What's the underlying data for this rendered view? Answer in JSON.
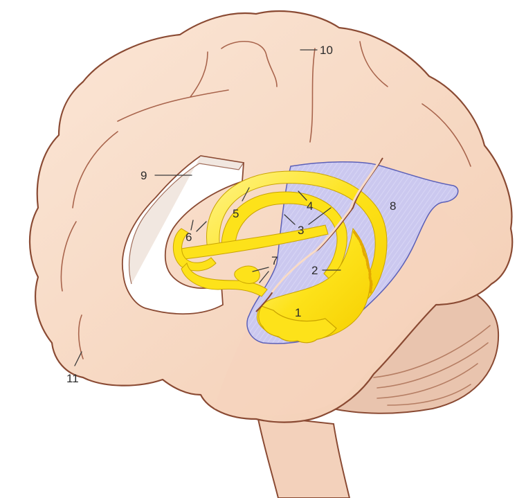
{
  "figure": {
    "labels": {
      "l1": "1",
      "l2": "2",
      "l3": "3",
      "l4": "4",
      "l5": "5",
      "l6": "6",
      "l7": "7",
      "l8": "8",
      "l9": "9",
      "l10": "10",
      "l11": "11"
    },
    "colors": {
      "cortex": "#f9dcc7",
      "cortex_shadow": "#efc4a6",
      "outline": "#8a4a33",
      "brainstem": "#f3d1bb",
      "cerebellum": "#e7c2ad",
      "insula_window": "#c9c6ee",
      "hippocampal_structures": "#fde21a",
      "hippocampal_highlight": "#fff6a8",
      "corpus_callosum_cut": "#ffffff"
    }
  }
}
